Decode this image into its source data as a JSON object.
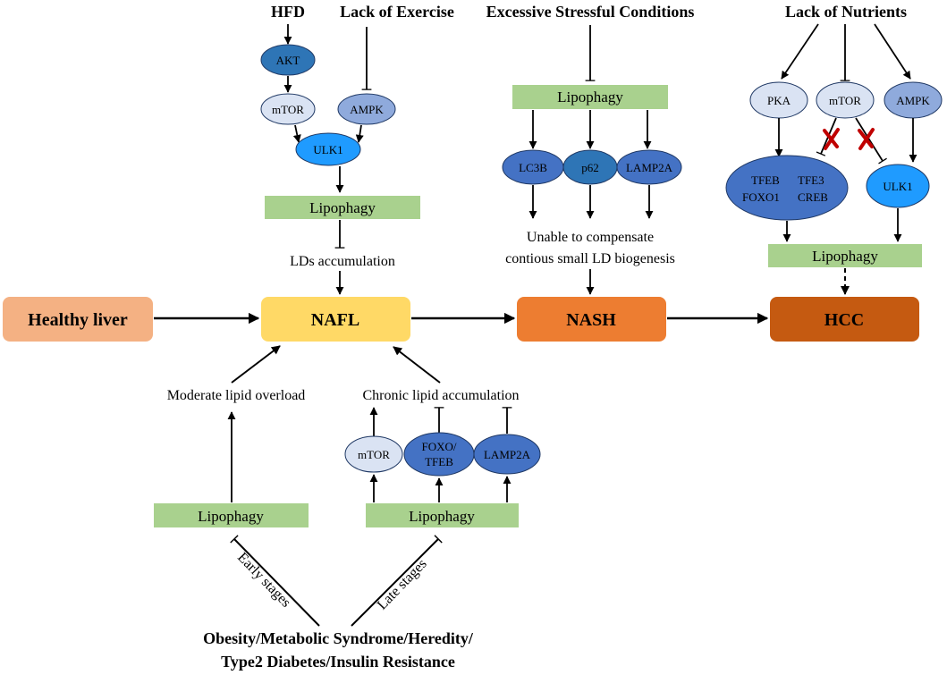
{
  "stages": {
    "healthy": "Healthy liver",
    "nafl": "NAFL",
    "nash": "NASH",
    "hcc": "HCC"
  },
  "left_branch": {
    "hfd": "HFD",
    "lack_exercise": "Lack of Exercise",
    "akt": "AKT",
    "mtor": "mTOR",
    "ampk": "AMPK",
    "ulk1": "ULK1",
    "lipophagy": "Lipophagy",
    "lds": "LDs accumulation"
  },
  "middle_branch": {
    "stress": "Excessive Stressful Conditions",
    "lipophagy": "Lipophagy",
    "lc3b": "LC3B",
    "p62": "p62",
    "lamp2a": "LAMP2A",
    "unable_line1": "Unable to compensate",
    "unable_line2": "contious small LD biogenesis"
  },
  "right_branch": {
    "nutrients": "Lack of Nutrients",
    "pka": "PKA",
    "mtor": "mTOR",
    "ampk": "AMPK",
    "tfeb": "TFEB",
    "tfe3": "TFE3",
    "foxo1": "FOXO1",
    "creb": "CREB",
    "ulk1": "ULK1",
    "lipophagy": "Lipophagy"
  },
  "bottom_branch": {
    "moderate": "Moderate lipid overload",
    "chronic": "Chronic lipid accumulation",
    "mtor": "mTOR",
    "foxo_line1": "FOXO/",
    "foxo_line2": "TFEB",
    "lamp2a": "LAMP2A",
    "lipophagy_early": "Lipophagy",
    "lipophagy_late": "Lipophagy",
    "early": "Early stages",
    "late": "Late stages",
    "cause_line1": "Obesity/Metabolic Syndrome/Heredity/",
    "cause_line2": "Type2 Diabetes/Insulin Resistance"
  },
  "colors": {
    "healthy": "#f4b183",
    "nafl": "#ffd966",
    "nash": "#ed7d31",
    "hcc": "#c55a11",
    "lipophagy": "#a9d18e",
    "node_light": "#dae3f3",
    "node_mid": "#8faadc",
    "node_blue": "#2e75b6",
    "node_bright": "#1f9bff",
    "node_dark": "#4472c4",
    "cross": "#c00000"
  }
}
